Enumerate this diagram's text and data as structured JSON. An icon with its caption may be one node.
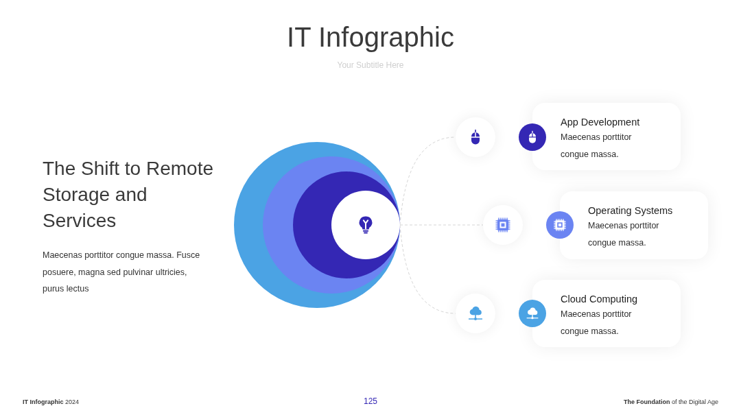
{
  "diagram": {
    "title": "IT Infographic",
    "nodes": [
      {
        "text": [],
        "shape": "circle"
      },
      {
        "text": [],
        "shape": "circle"
      },
      {
        "text": [
          "App Development",
          "Maecenas porttitor congue massa."
        ]
      },
      {
        "text": [],
        "shape": "circle"
      },
      {
        "text": [
          "Operating Systems",
          "Maecenas porttitor congue massa."
        ]
      },
      {
        "text": [],
        "shape": "circle"
      },
      {
        "text": [
          "Cloud Computing",
          "Maecenas porttitor congue massa."
        ]
      }
    ],
    "edges": [
      {
        "from": 0,
        "to": 1,
        "arrow": "none",
        "style": "dashed"
      },
      {
        "from": 0,
        "to": 3,
        "arrow": "none",
        "style": "dashed"
      },
      {
        "from": 0,
        "to": 5,
        "arrow": "none",
        "style": "dashed"
      }
    ],
    "labels": [
      "Your Subtitle Here",
      "The Shift to Remote Storage and Services",
      "Maecenas porttitor congue massa. Fusce posuere, magna sed pulvinar ultricies, purus lectus",
      "**IT Infographic** 2024",
      "125",
      "**The Foundation** of the Digital Age"
    ]
  }
}
